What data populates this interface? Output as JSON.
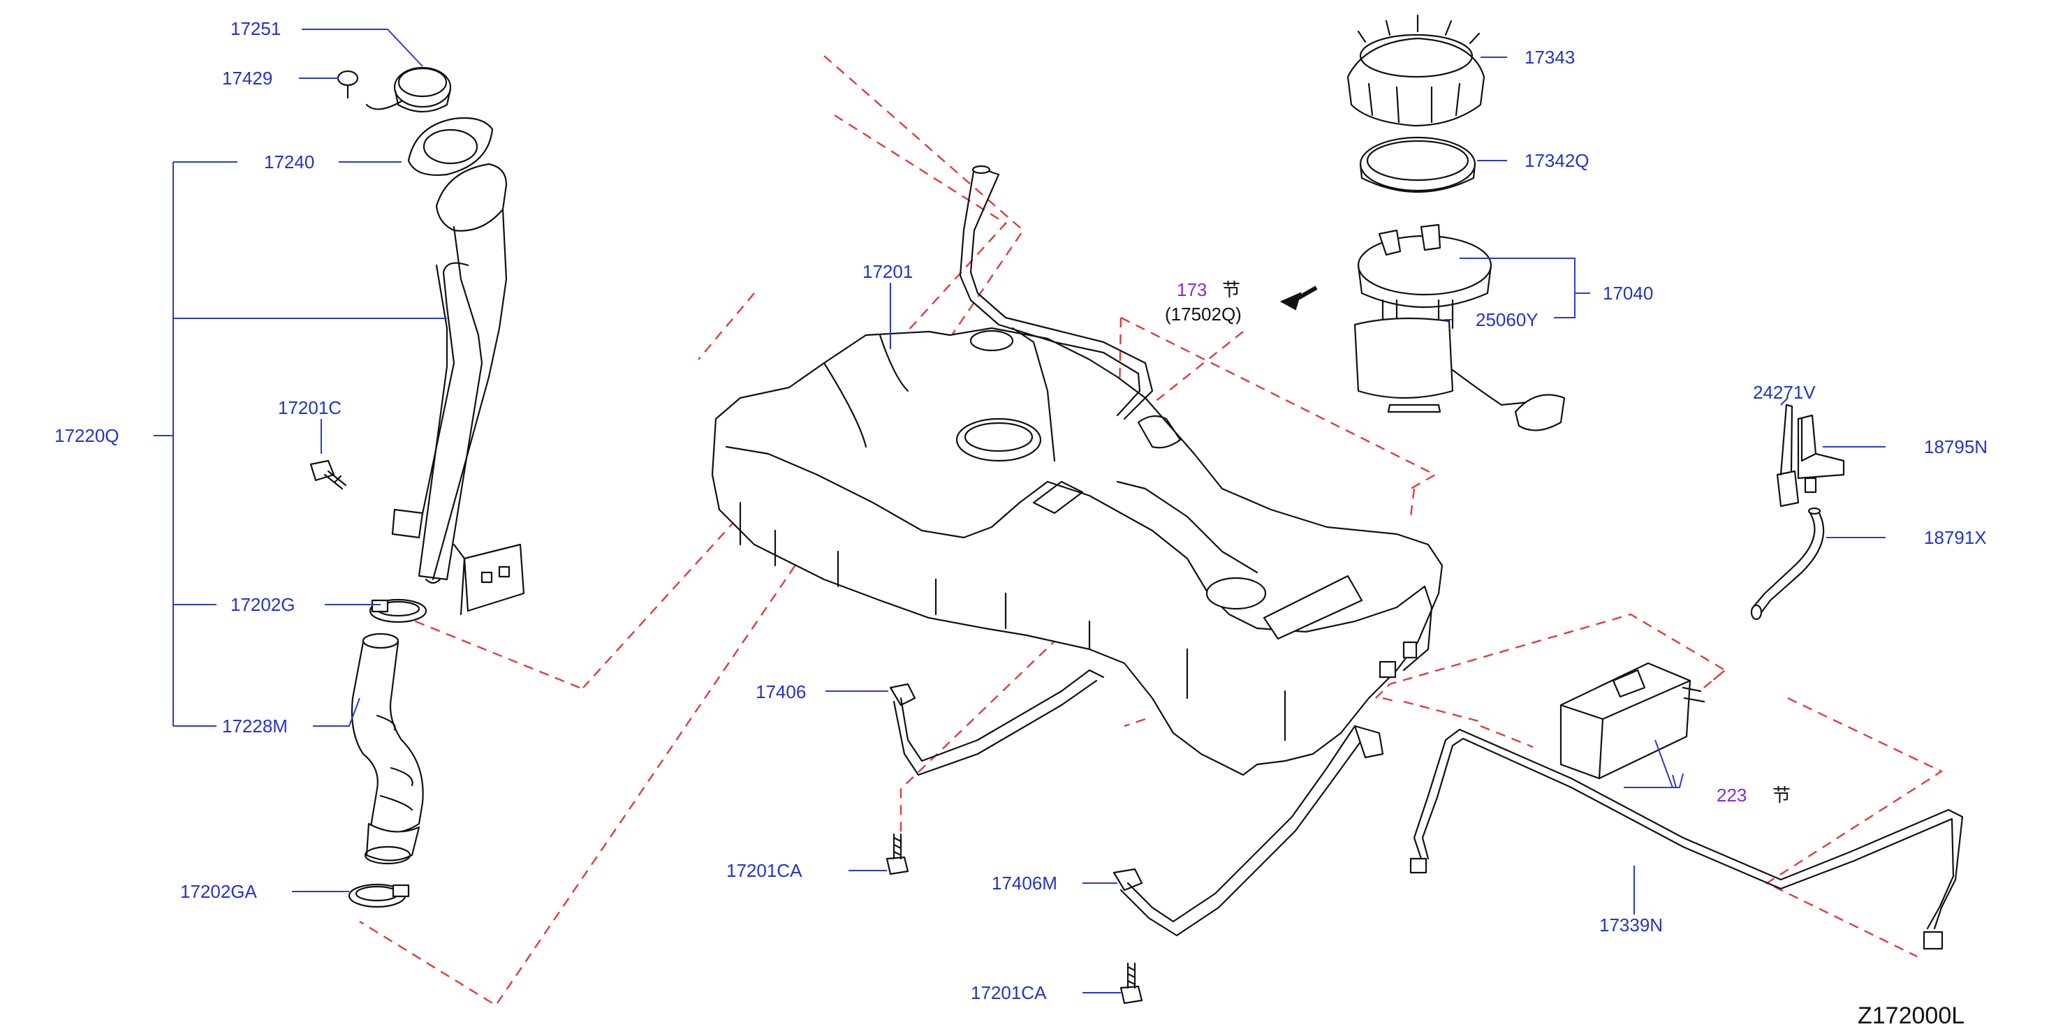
{
  "diagram_code": "Z172000L",
  "labels": {
    "p17251": "17251",
    "p17429": "17429",
    "p17240": "17240",
    "p17220Q": "17220Q",
    "p17201C": "17201C",
    "p17202G": "17202G",
    "p17228M": "17228M",
    "p17202GA": "17202GA",
    "p17201": "17201",
    "p17406": "17406",
    "p17201CA_1": "17201CA",
    "p17406M": "17406M",
    "p17201CA_2": "17201CA",
    "p17343": "17343",
    "p17342Q": "17342Q",
    "p17040": "17040",
    "p25060Y": "25060Y",
    "p24271V": "24271V",
    "p18795N": "18795N",
    "p18791X": "18791X",
    "p17339N": "17339N"
  },
  "section_refs": {
    "ref173_num": "173",
    "ref173_mark": "节",
    "ref173_part": "(17502Q)",
    "ref223_num": "223",
    "ref223_mark": "节"
  },
  "colors": {
    "callout": "#2233cc",
    "section_ref": "#8a2ad8",
    "phantom_line": "#e53a3a",
    "linework": "#111111"
  }
}
